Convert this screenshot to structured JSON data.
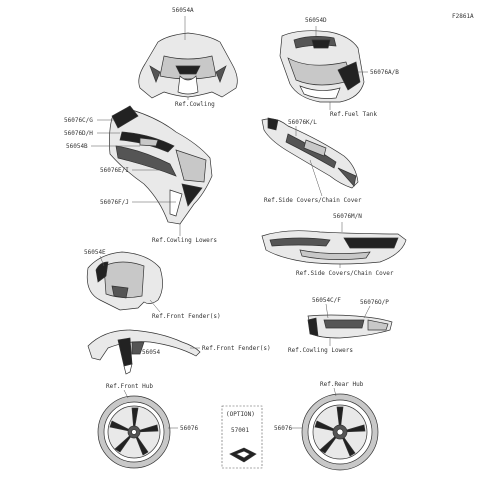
{
  "diagram_id": "F2861A",
  "parts": {
    "p56054A": "56054A",
    "p56054D": "56054D",
    "p56076AB": "56076A/B",
    "p56076CG": "56076C/G",
    "p56076DH": "56076D/H",
    "p56054B": "56054B",
    "p56076EI": "56076E/I",
    "p56076FJ": "56076F/J",
    "p56076KL": "56076K/L",
    "p56076MN": "56076M/N",
    "p56054E": "56054E",
    "p56054": "56054",
    "p56054CF": "56054C/F",
    "p56076OP": "56076O/P",
    "p56076_front": "56076",
    "p56076_rear": "56076",
    "p57001": "57001"
  },
  "refs": {
    "cowling": "Ref.Cowling",
    "fuel_tank": "Ref.Fuel Tank",
    "side_covers_1": "Ref.Side Covers/Chain Cover",
    "cowling_lowers_1": "Ref.Cowling Lowers",
    "side_covers_2": "Ref.Side Covers/Chain Cover",
    "front_fenders_1": "Ref.Front Fender(s)",
    "front_fenders_2": "Ref.Front Fender(s)",
    "cowling_lowers_2": "Ref.Cowling Lowers",
    "front_hub": "Ref.Front Hub",
    "rear_hub": "Ref.Rear Hub"
  },
  "option_label": "(OPTION)",
  "icons": {
    "windshield": "windshield-cowling-icon",
    "fuel_tank": "fuel-tank-icon",
    "cowling_side": "side-cowling-icon",
    "side_cover": "side-cover-icon",
    "tail_cover": "tail-cover-icon",
    "front_fender_top": "front-fender-top-icon",
    "front_fender_side": "front-fender-side-icon",
    "cowling_lower": "cowling-lower-icon",
    "front_wheel": "front-wheel-icon",
    "rear_wheel": "rear-wheel-icon",
    "option_part": "option-emblem-icon"
  }
}
